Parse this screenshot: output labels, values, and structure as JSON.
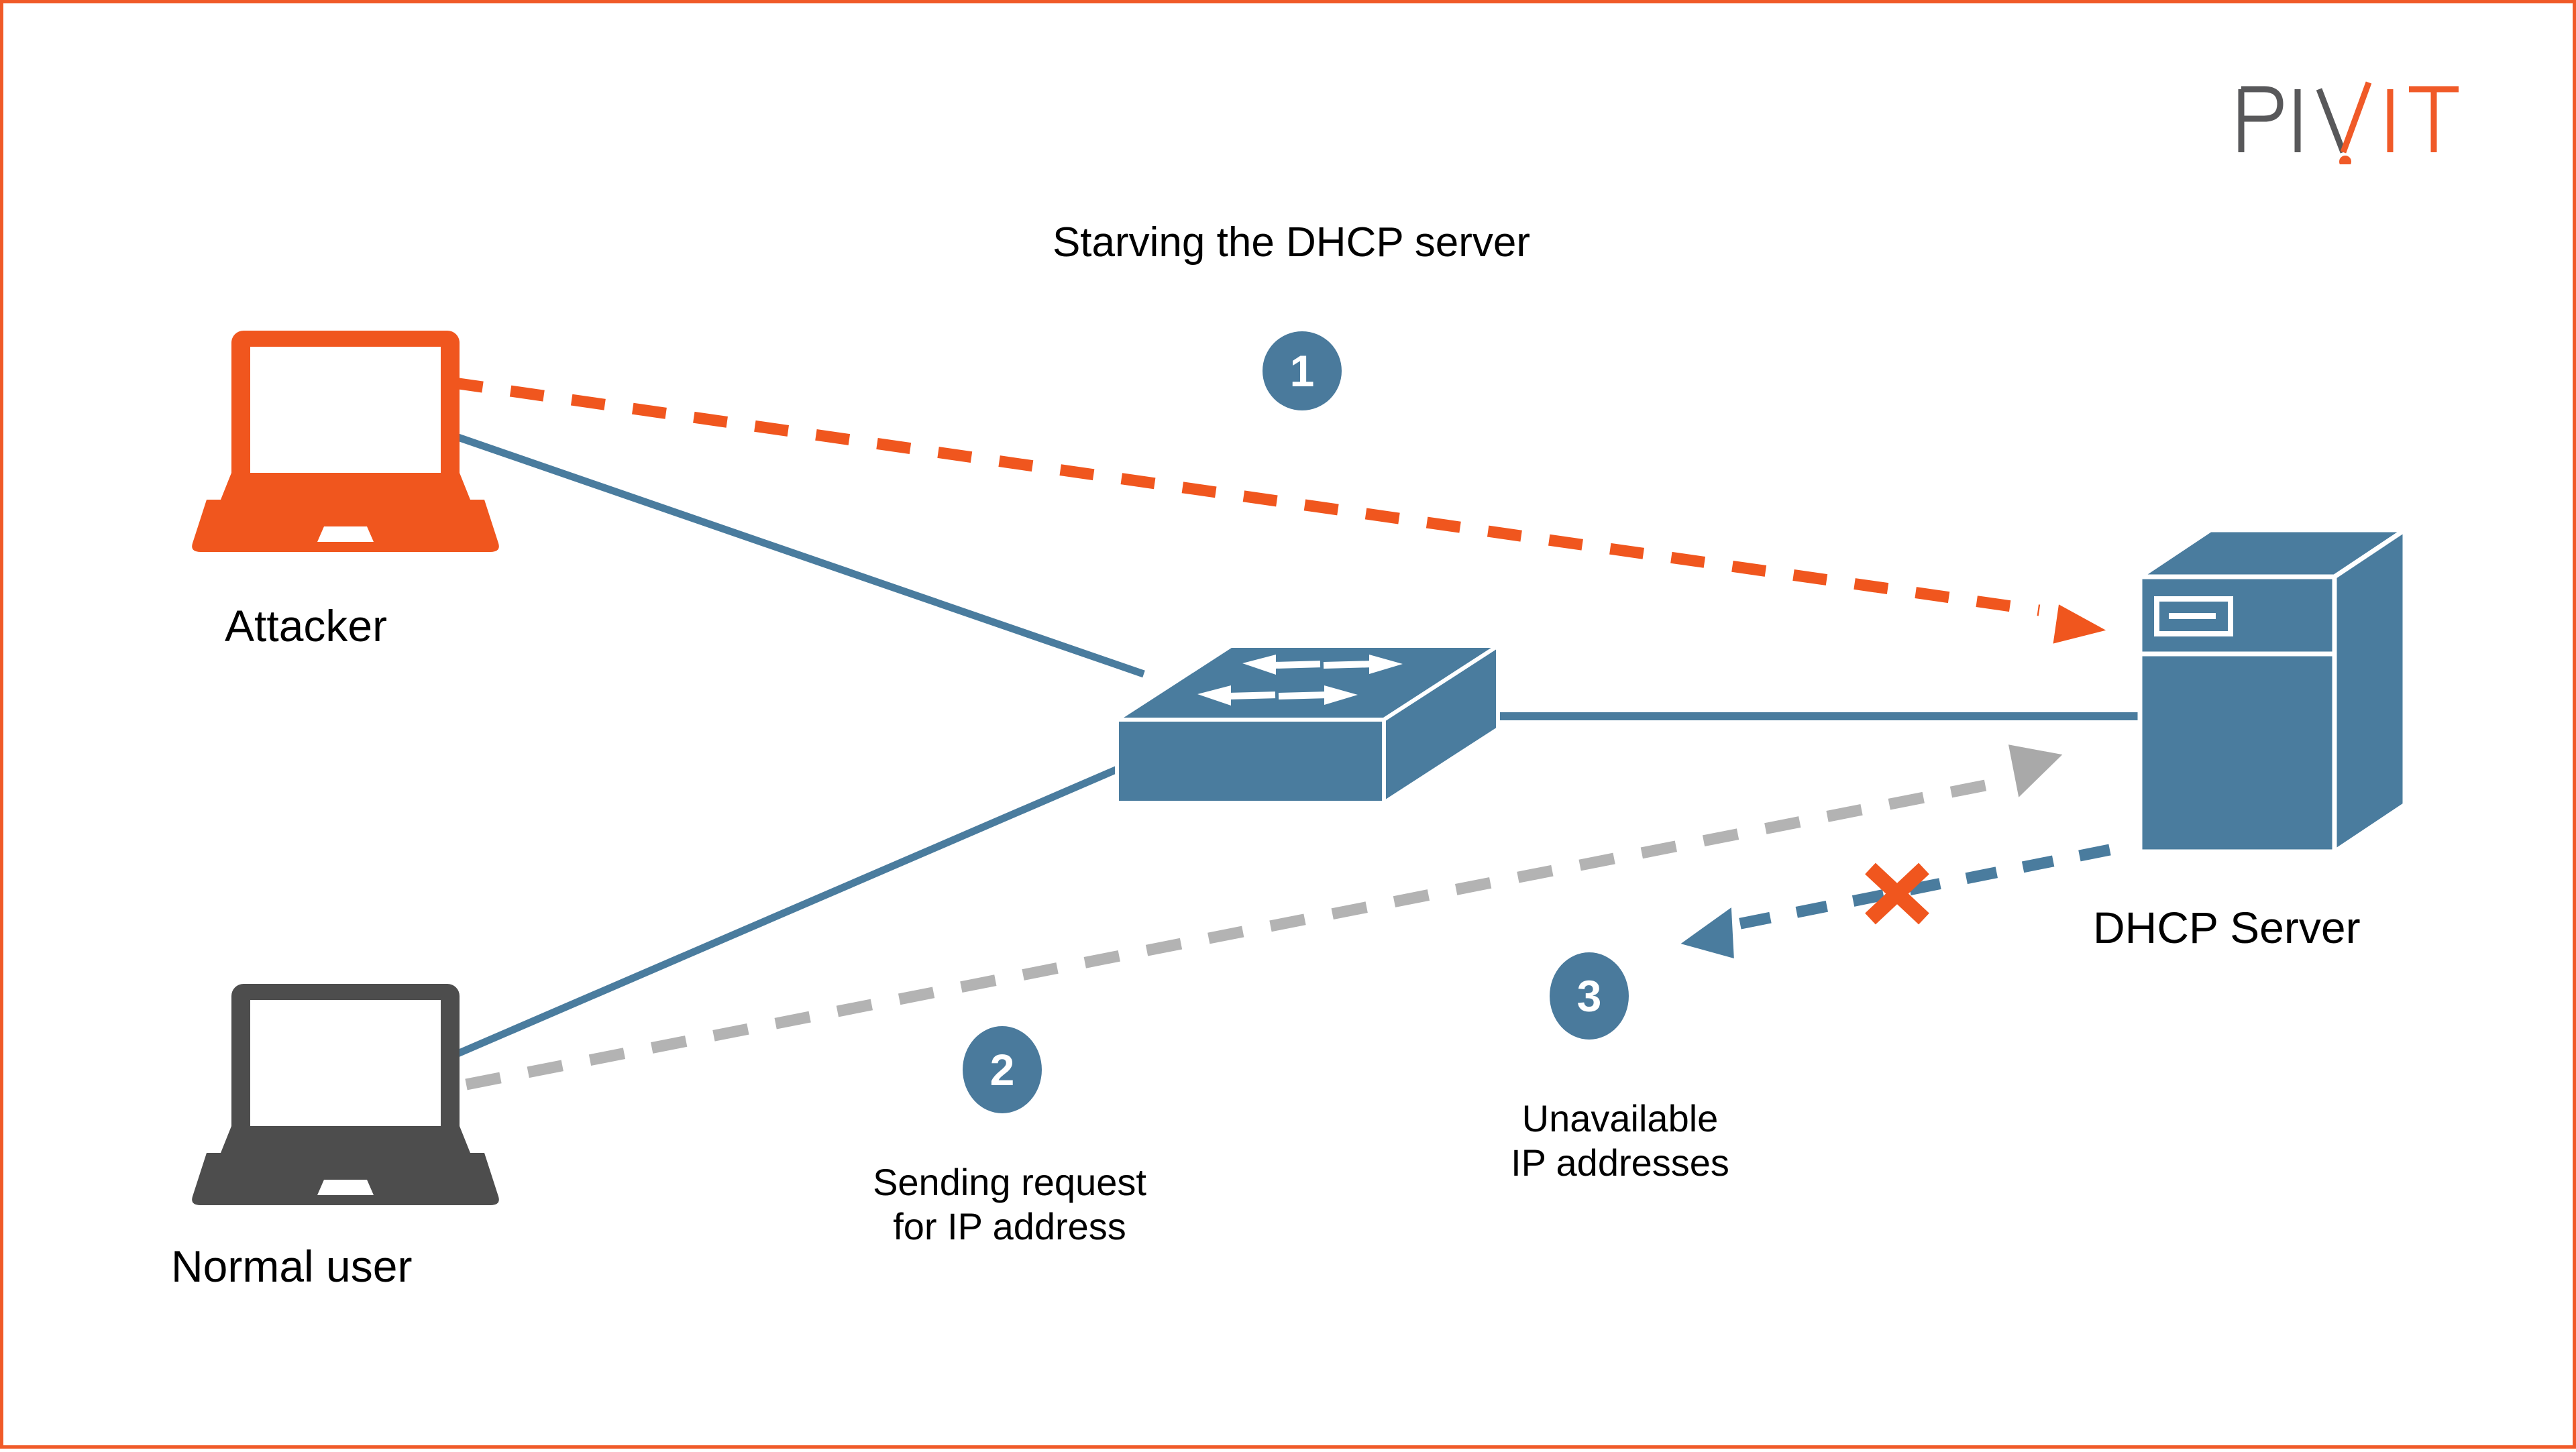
{
  "page": {
    "title": "Starving the DHCP server",
    "border_color": "#F05A28",
    "background": "#ffffff"
  },
  "brand": {
    "logo_text_dark": "PIV",
    "logo_text_accent": "IT",
    "logo_name": "PIVIT",
    "dark_color": "#58585A",
    "accent_color": "#F05A28"
  },
  "colors": {
    "orange": "#F0561E",
    "steel_blue": "#4A7C9E",
    "dark_gray": "#4D4D4D",
    "light_gray": "#B3B3B3",
    "badge_blue": "#4A7A9C",
    "white": "#FFFFFF"
  },
  "nodes": [
    {
      "id": "attacker",
      "label": "Attacker",
      "icon": "laptop-icon",
      "color": "#F0561E"
    },
    {
      "id": "normal-user",
      "label": "Normal user",
      "icon": "laptop-icon",
      "color": "#4D4D4D"
    },
    {
      "id": "switch",
      "label": "",
      "icon": "network-switch-icon",
      "color": "#4A7C9E"
    },
    {
      "id": "dhcp-server",
      "label": "DHCP Server",
      "icon": "server-icon",
      "color": "#4A7C9E"
    }
  ],
  "steps": [
    {
      "number": "1",
      "label": "Starving the DHCP server",
      "flow_color": "#F0561E",
      "style": "dashed"
    },
    {
      "number": "2",
      "label_line1": "Sending request",
      "label_line2": "for IP address",
      "flow_color": "#B3B3B3",
      "style": "dashed"
    },
    {
      "number": "3",
      "label_line1": "Unavailable",
      "label_line2": "IP addresses",
      "flow_color": "#4A7C9E",
      "style": "dashed",
      "blocked": true,
      "blocked_marker": "x-mark-icon"
    }
  ],
  "labels": {
    "attacker": "Attacker",
    "normal_user": "Normal user",
    "dhcp_server": "DHCP Server",
    "step1_title": "Starving the DHCP server",
    "step2_line1": "Sending request",
    "step2_line2": "for IP address",
    "step3_line1": "Unavailable",
    "step3_line2": "IP addresses",
    "badge1": "1",
    "badge2": "2",
    "badge3": "3"
  }
}
